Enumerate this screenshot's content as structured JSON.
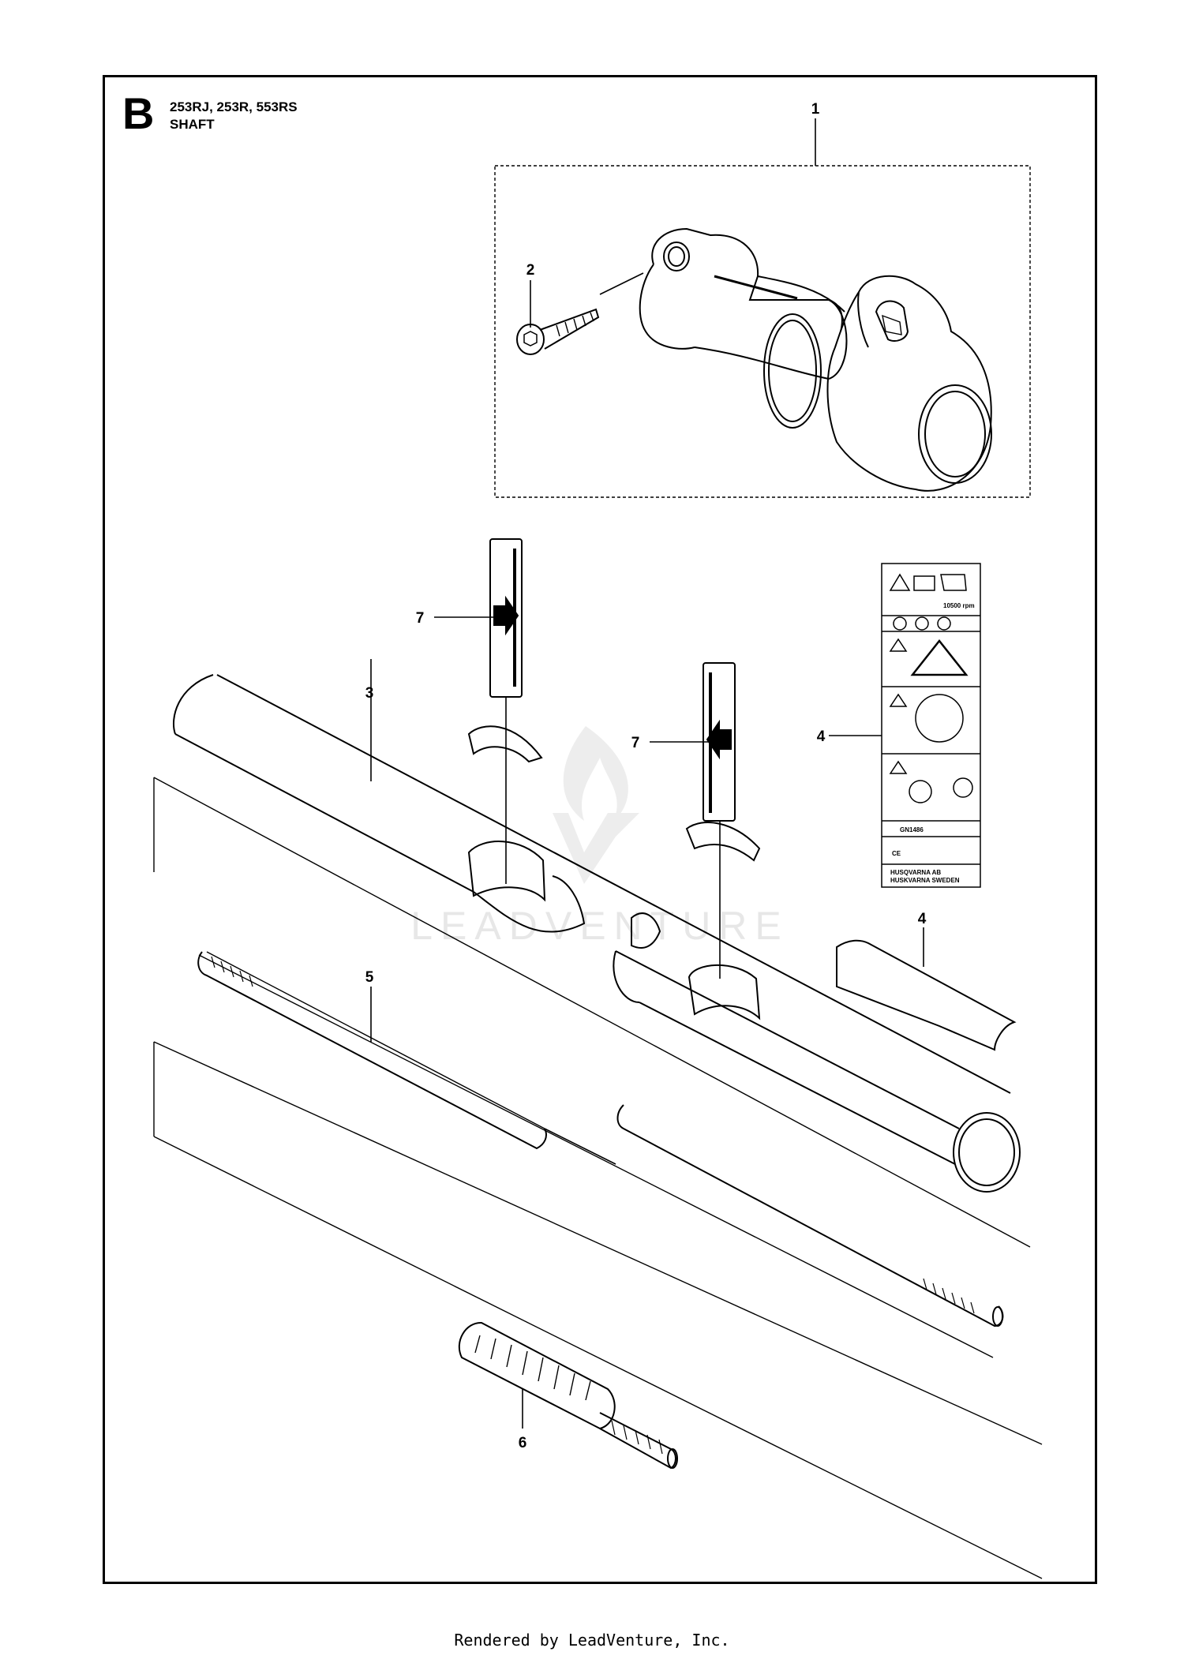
{
  "header": {
    "section_letter": "B",
    "models": "253RJ, 253R, 553RS",
    "title": "SHAFT"
  },
  "callouts": {
    "c1": "1",
    "c2": "2",
    "c3": "3",
    "c4a": "4",
    "c4b": "4",
    "c5": "5",
    "c6": "6",
    "c7a": "7",
    "c7b": "7"
  },
  "decal": {
    "rpm": "10500 rpm",
    "approval": "GN1486",
    "maker_line1": "HUSQVARNA AB",
    "maker_line2": "HUSKVARNA SWEDEN"
  },
  "watermark": "LEADVENTURE",
  "footer": "Rendered by LeadVenture, Inc."
}
